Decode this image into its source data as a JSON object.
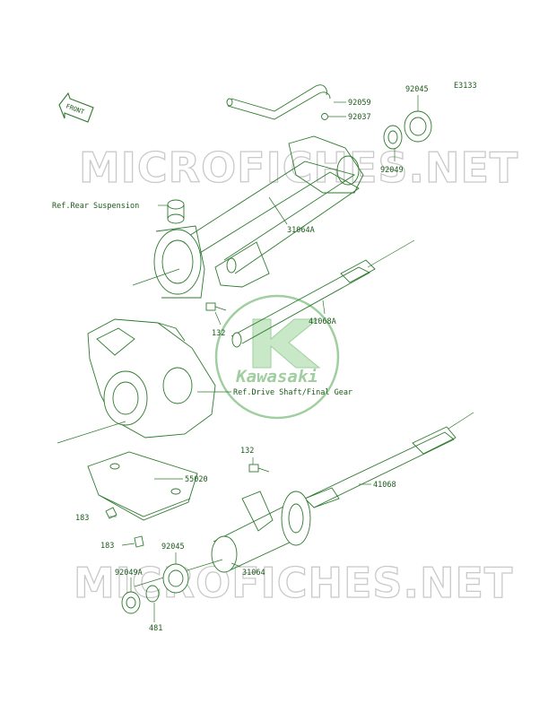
{
  "diagram": {
    "code": "E3133",
    "watermark_top": "MICROFICHES.NET",
    "watermark_bottom": "MICROFICHES.NET",
    "logo_text": "Kawasaki",
    "front_label": "FRONT",
    "refs": {
      "rear_suspension": "Ref.Rear Suspension",
      "drive_shaft": "Ref.Drive Shaft/Final Gear"
    },
    "parts": {
      "p92059": "92059",
      "p92045_top": "92045",
      "p92037": "92037",
      "p92049": "92049",
      "p31064A": "31064A",
      "p41068A": "41068A",
      "p132_top": "132",
      "p132_bottom": "132",
      "p55020": "55020",
      "p41068": "41068",
      "p183_a": "183",
      "p183_b": "183",
      "p92045_bottom": "92045",
      "p31064": "31064",
      "p92049A": "92049A",
      "p481": "481"
    }
  },
  "colors": {
    "line": "#2d7a2d",
    "label": "#1a5a1a",
    "watermark": "#c9c9c9",
    "logo": "#9fcf9f"
  }
}
